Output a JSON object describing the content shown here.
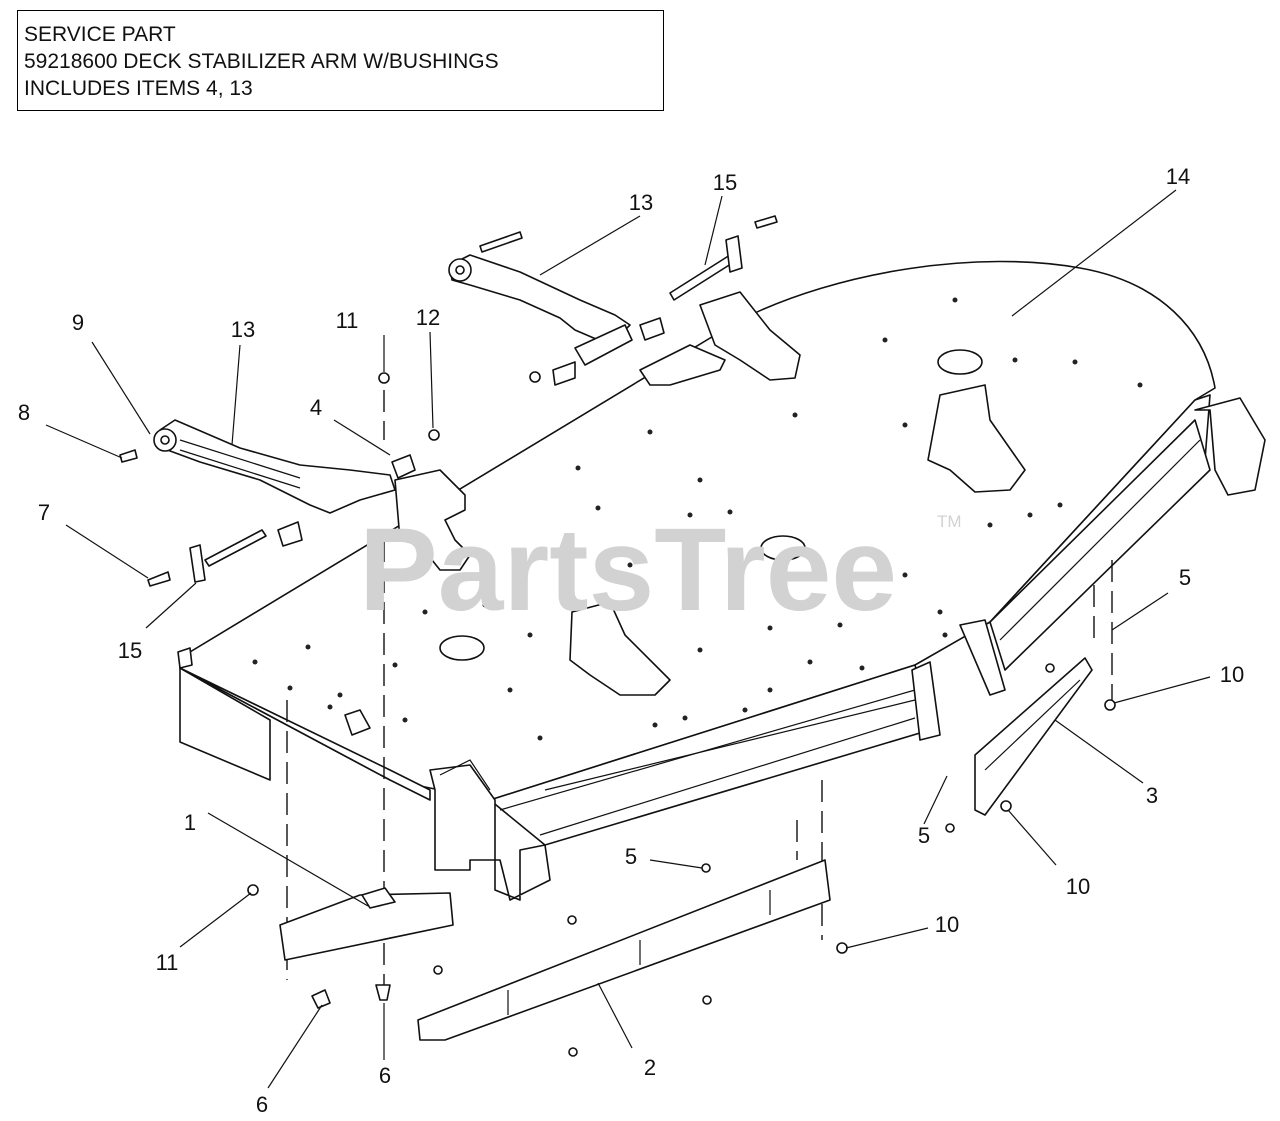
{
  "note": {
    "line1": "SERVICE PART",
    "line2": "59218600 DECK STABILIZER ARM W/BUSHINGS",
    "line3": "INCLUDES ITEMS 4, 13"
  },
  "watermark": {
    "text": "PartsTree",
    "tm": "TM"
  },
  "callouts": {
    "c1": "1",
    "c2": "2",
    "c3": "3",
    "c4": "4",
    "c5a": "5",
    "c5b": "5",
    "c5c": "5",
    "c6a": "6",
    "c6b": "6",
    "c7": "7",
    "c8": "8",
    "c9": "9",
    "c10a": "10",
    "c10b": "10",
    "c10c": "10",
    "c11a": "11",
    "c11b": "11",
    "c12": "12",
    "c13a": "13",
    "c13b": "13",
    "c14": "14",
    "c15a": "15",
    "c15b": "15"
  }
}
